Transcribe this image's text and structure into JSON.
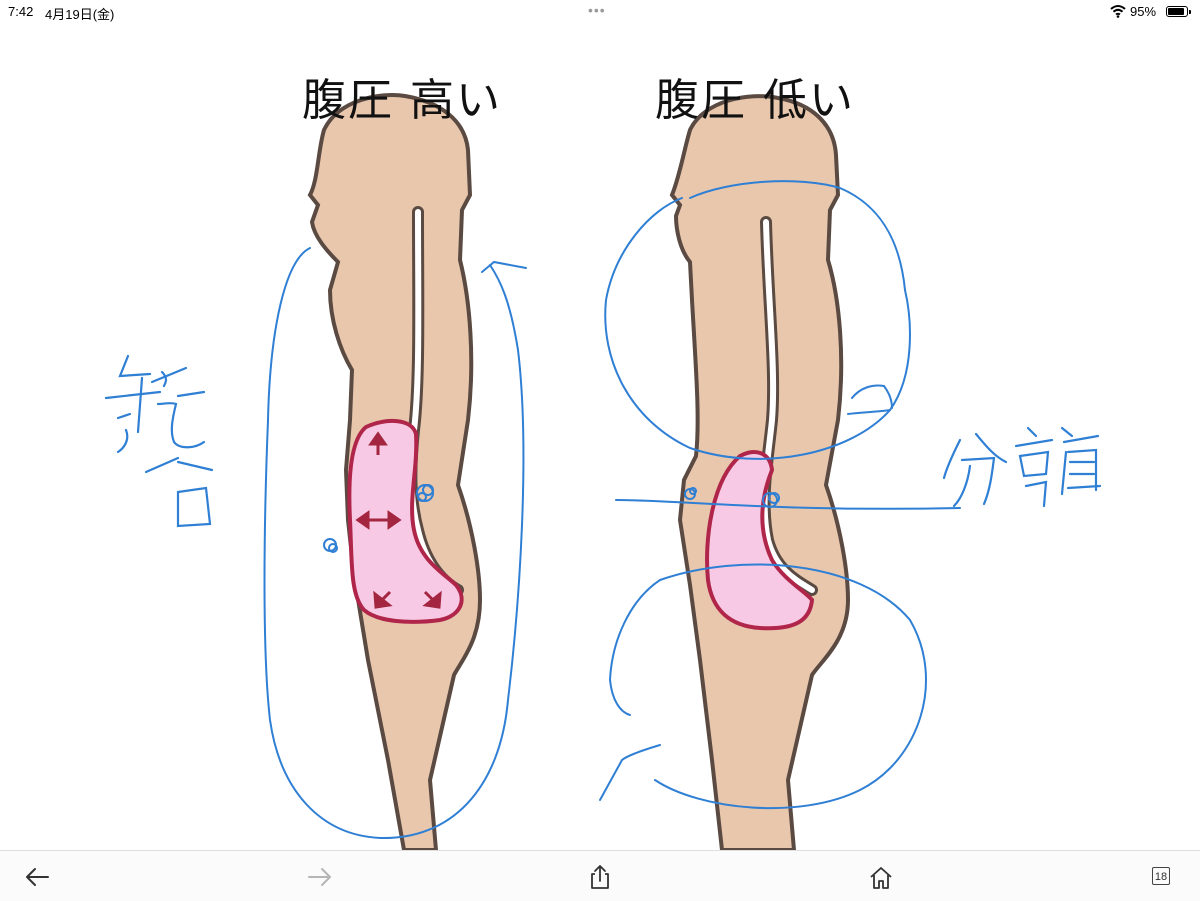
{
  "status_bar": {
    "time": "7:42",
    "date": "4月19日(金)",
    "battery_percent": "95%",
    "battery_level": 0.95
  },
  "panels": [
    {
      "title": "腹圧 高い"
    },
    {
      "title": "腹圧 低い"
    }
  ],
  "handwriting": [
    {
      "text": "統合",
      "color": "#2f7fd4"
    },
    {
      "text": "分離",
      "color": "#2f7fd4"
    }
  ],
  "toolbar": {
    "back_icon": "arrow-left-icon",
    "forward_icon": "arrow-right-icon",
    "share_icon": "share-icon",
    "home_icon": "home-icon",
    "page_count": "18"
  },
  "colors": {
    "skin": "#e8c7ad",
    "outline": "#5a4a42",
    "abdomen_fill": "#f8c9e4",
    "abdomen_outline": "#b0264a",
    "ink": "#2f7fd4"
  }
}
